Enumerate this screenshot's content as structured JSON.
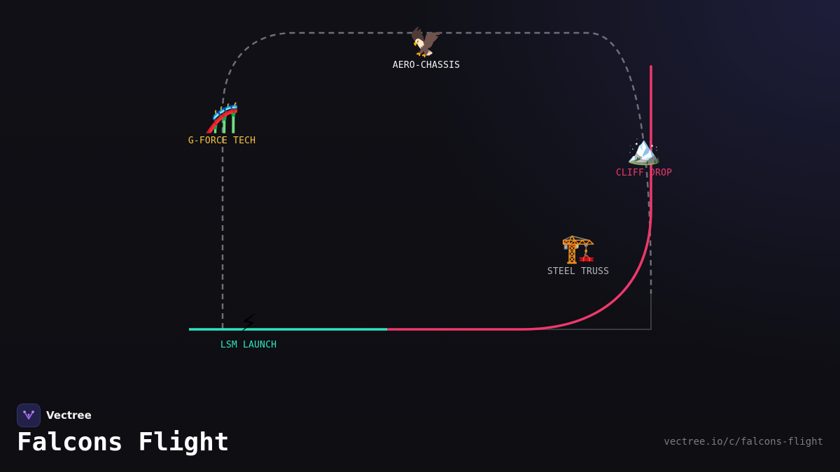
{
  "brand": {
    "name": "Vectree",
    "icon": "vectree-logo-icon",
    "accent": "#a163e6"
  },
  "title": "Falcons Flight",
  "source_url": "vectree.io/c/falcons-flight",
  "colors": {
    "launch": "#2ee6c0",
    "track": "#f0386b",
    "outline": "#6e6e78",
    "frame": "#3a3a44",
    "background": "#101016"
  },
  "nodes": {
    "aero": {
      "label": "AERO-CHASSIS",
      "icon": "eagle-icon",
      "glyph": "🦅",
      "color": "#f2f2f2"
    },
    "gforce": {
      "label": "G-FORCE TECH",
      "icon": "roller-coaster-icon",
      "glyph": "🎢",
      "color": "#f5c242"
    },
    "cliff": {
      "label": "CLIFF DROP",
      "icon": "snow-capped-mountain-icon",
      "glyph": "🏔️",
      "color": "#f0386b"
    },
    "steel": {
      "label": "STEEL TRUSS",
      "icon": "construction-crane-icon",
      "glyph": "🏗️",
      "color": "#b4b4bc"
    },
    "lsm": {
      "label": "LSM LAUNCH",
      "icon": "lightning-bolt-icon",
      "glyph": "⚡",
      "color": "#2ee6c0"
    }
  }
}
